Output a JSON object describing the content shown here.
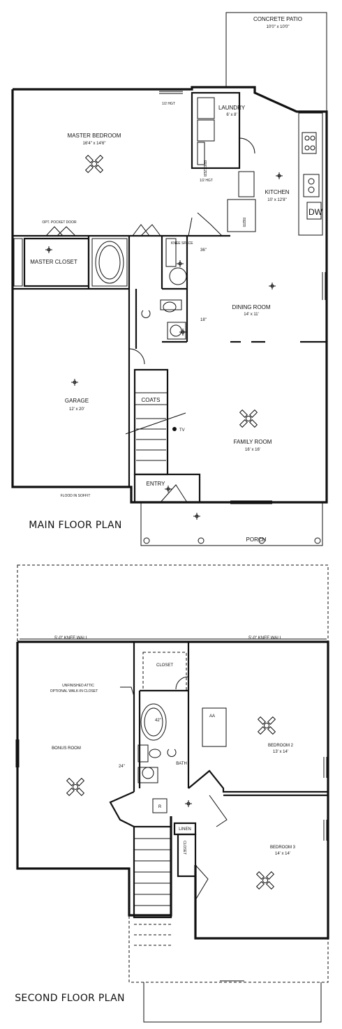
{
  "main_floor": {
    "title": "MAIN FLOOR PLAN",
    "rooms": {
      "patio": {
        "name": "CONCRETE PATIO",
        "dims": "10'0\" x 10'0\""
      },
      "laundry": {
        "name": "LAUNDRY",
        "dims": "6' x 8'"
      },
      "master_bedroom": {
        "name": "MASTER BEDROOM",
        "dims": "16'4\" x 14'6\""
      },
      "kitchen": {
        "name": "KITCHEN",
        "dims": "10' x 12'8\""
      },
      "master_closet": {
        "name": "MASTER CLOSET"
      },
      "dining_room": {
        "name": "DINING ROOM",
        "dims": "14' x 11'"
      },
      "garage": {
        "name": "GARAGE",
        "dims": "12' x 20'"
      },
      "family_room": {
        "name": "FAMILY ROOM",
        "dims": "16' x 16'"
      },
      "entry": {
        "name": "ENTRY"
      },
      "porch": {
        "name": "PORCH"
      }
    },
    "notes": {
      "opt_pocket_door": "OPT. POCKET DOOR",
      "knee_space": "KNEE SPACE",
      "coats": "COATS",
      "dim_36": "36\"",
      "dim_18": "18\"",
      "tv": "TV",
      "flood": "FLOOD IN SOFFIT",
      "dw": "DW",
      "half_hgt_1": "1/2 HGT",
      "half_hgt_2": "1/2 HGT",
      "freezer": "FREEZER",
      "refr": "REFR"
    }
  },
  "second_floor": {
    "title": "SECOND FLOOR PLAN",
    "rooms": {
      "closet_top": {
        "name": "CLOSET"
      },
      "bonus_room": {
        "name": "BONUS ROOM"
      },
      "bedroom2": {
        "name": "BEDROOM 2",
        "dims": "13' x 14'"
      },
      "bath": {
        "name": "BATH"
      },
      "bedroom3": {
        "name": "BEDROOM 3",
        "dims": "14' x 14'"
      },
      "linen": {
        "name": "LINEN"
      },
      "closet_side": {
        "name": "CLOSET"
      }
    },
    "notes": {
      "knee_wall_left": "5'-0\" KNEE WALL",
      "knee_wall_right": "5'-0\" KNEE WALL",
      "unfinished_attic": "UNFINISHED ATTIC",
      "optional_closet": "OPTIONAL WALK-IN CLOSET",
      "dim_42": "42\"",
      "dim_24": "24\"",
      "aa": "AA",
      "r": "R"
    }
  }
}
